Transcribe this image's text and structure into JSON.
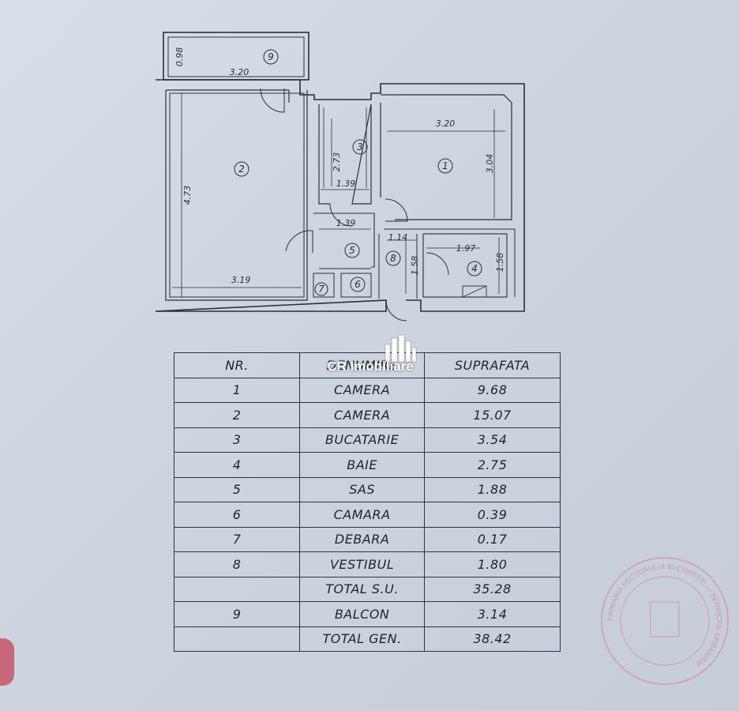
{
  "plan": {
    "rooms": [
      {
        "id": "r1",
        "label": "1"
      },
      {
        "id": "r2",
        "label": "2"
      },
      {
        "id": "r3",
        "label": "3"
      },
      {
        "id": "r4",
        "label": "4"
      },
      {
        "id": "r5",
        "label": "5"
      },
      {
        "id": "r6",
        "label": "6"
      },
      {
        "id": "r7",
        "label": "7"
      },
      {
        "id": "r8",
        "label": "8"
      },
      {
        "id": "r9",
        "label": "9"
      }
    ],
    "dimensions": {
      "balcony_width": "3.20",
      "balcony_depth": "0.98",
      "room2_height": "4.73",
      "room2_width": "3.19",
      "room3_height": "2.73",
      "room3_width": "1.39",
      "sas_width": "1.39",
      "room1_width": "3.20",
      "room1_height": "3.04",
      "vestibul_width": "1.14",
      "vestibul_height": "1.58",
      "bath_width": "1.97",
      "bath_height": "1.58"
    }
  },
  "watermark": {
    "text": "CR Imobiliare"
  },
  "stamp": {
    "text": "PRIMARIA SECTORULUI BUCURESTI — SERVICIUL URBANISM"
  },
  "table": {
    "headers": [
      "NR.",
      "DENUMIRE",
      "SUPRAFATA"
    ],
    "rows": [
      {
        "nr": "1",
        "name": "CAMERA",
        "area": "9.68"
      },
      {
        "nr": "2",
        "name": "CAMERA",
        "area": "15.07"
      },
      {
        "nr": "3",
        "name": "BUCATARIE",
        "area": "3.54"
      },
      {
        "nr": "4",
        "name": "BAIE",
        "area": "2.75"
      },
      {
        "nr": "5",
        "name": "SAS",
        "area": "1.88"
      },
      {
        "nr": "6",
        "name": "CAMARA",
        "area": "0.39"
      },
      {
        "nr": "7",
        "name": "DEBARA",
        "area": "0.17"
      },
      {
        "nr": "8",
        "name": "VESTIBUL",
        "area": "1.80"
      },
      {
        "nr": "",
        "name": "TOTAL S.U.",
        "area": "35.28"
      },
      {
        "nr": "9",
        "name": "BALCON",
        "area": "3.14"
      },
      {
        "nr": "",
        "name": "TOTAL GEN.",
        "area": "38.42"
      }
    ]
  }
}
